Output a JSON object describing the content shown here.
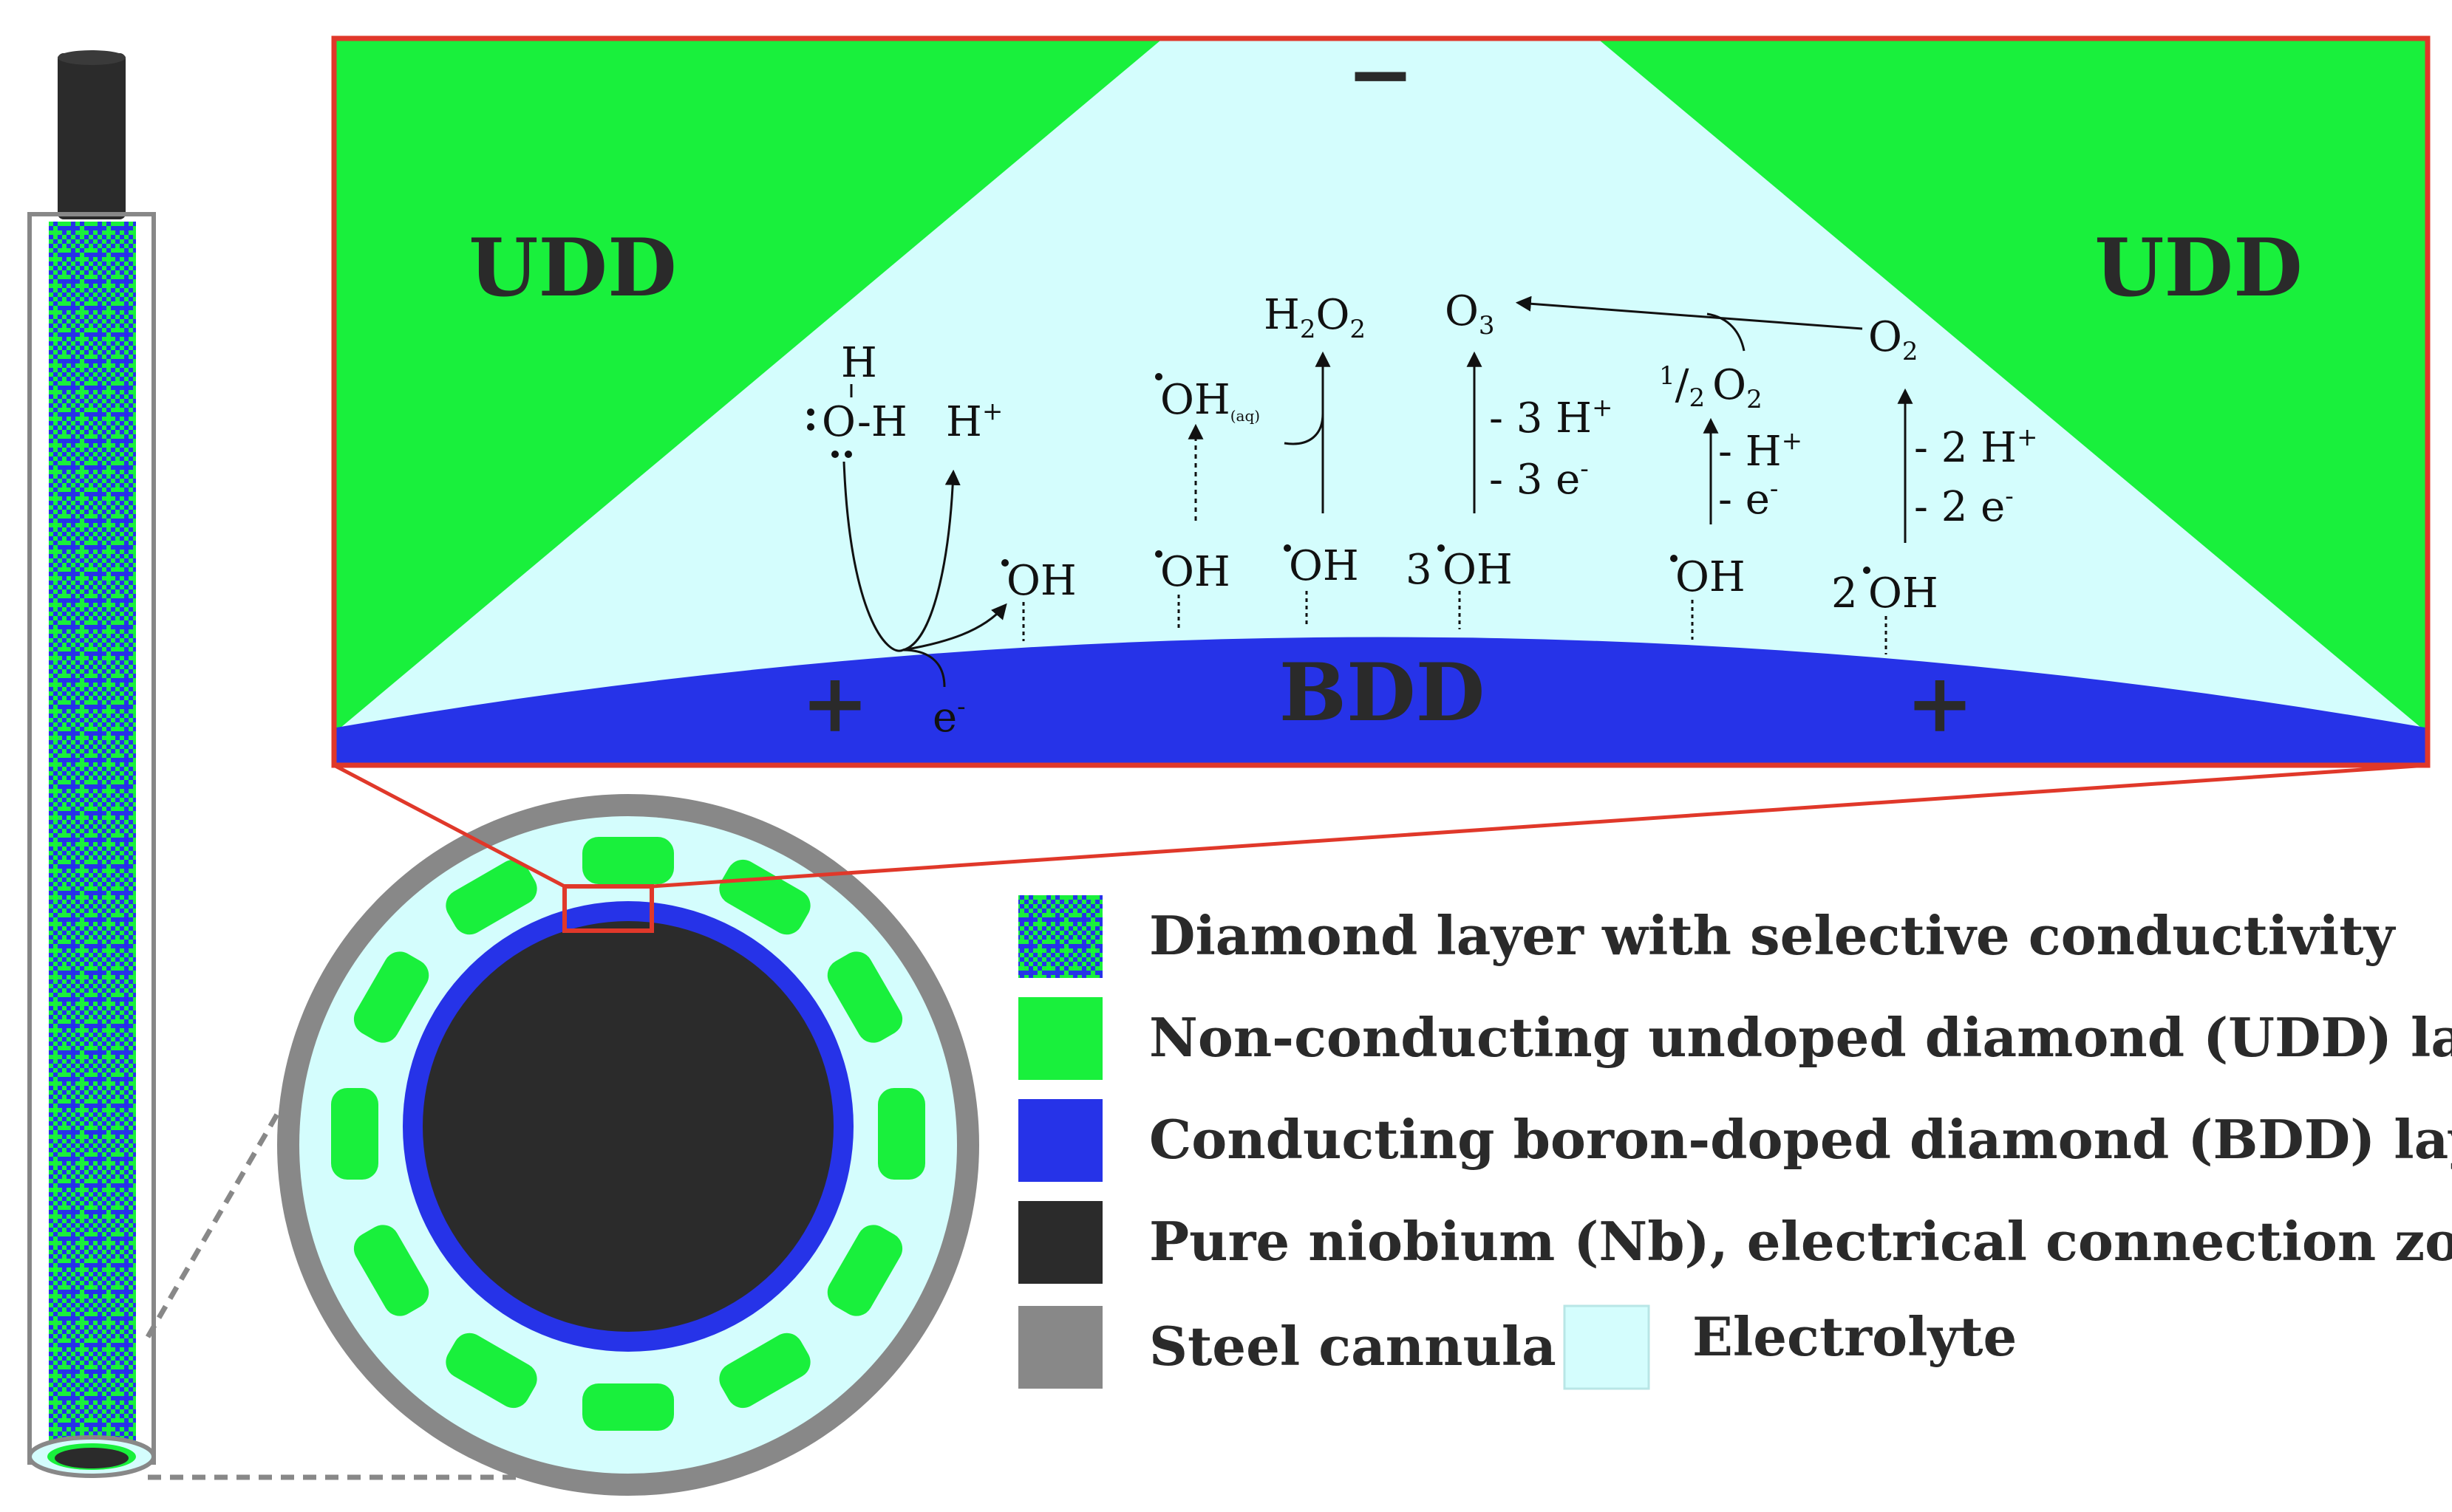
{
  "colors": {
    "udd_green": "#19f03c",
    "bdd_blue": "#2633e8",
    "niobium": "#2b2b2b",
    "steel": "#888888",
    "electrolyte": "#d4fdfd",
    "callout_border": "#e0382a"
  },
  "zoom_panel": {
    "udd_left": "UDD",
    "udd_right": "UDD",
    "bdd": "BDD",
    "minus": "−",
    "plus_left": "+",
    "plus_right": "+"
  },
  "reactions": {
    "water_h": "H",
    "water_oh": "O-H",
    "h_plus": "H",
    "h_plus_sup": "+",
    "electron": "e",
    "electron_sup": "-",
    "oh_radical": "OH",
    "oh_aq": "OH",
    "oh_aq_sub": "(aq)",
    "h2o2_h": "H",
    "h2o2_2a": "2",
    "h2o2_o": "O",
    "h2o2_2b": "2",
    "o3_o": "O",
    "o3_3": "3",
    "half_num": "1",
    "half_den": "2",
    "half_o": "O",
    "half_o2": "2",
    "o2_o": "O",
    "o2_2": "2",
    "step_o3_h": "- 3 H",
    "step_o3_h_sup": "+",
    "step_o3_e": "- 3 e",
    "step_o3_e_sup": "-",
    "step_half_h": "- H",
    "step_half_h_sup": "+",
    "step_half_e": "- e",
    "step_half_e_sup": "-",
    "step_o2_h": "- 2 H",
    "step_o2_h_sup": "+",
    "step_o2_e": "- 2 e",
    "step_o2_e_sup": "-",
    "coef_3": "3",
    "coef_2": "2"
  },
  "legend": [
    {
      "label": "Diamond layer with selective conductivity",
      "swatch": "mixed"
    },
    {
      "label": "Non-conducting undoped diamond (UDD) layer",
      "swatch": "#19f03c"
    },
    {
      "label": "Conducting boron-doped diamond (BDD) layer",
      "swatch": "#2633e8"
    },
    {
      "label": "Pure niobium (Nb), electrical connection zone",
      "swatch": "#2b2b2b"
    },
    {
      "label": "Steel cannula",
      "swatch": "#888888"
    },
    {
      "label": "Electrolyte",
      "swatch": "#d4fdfd"
    }
  ]
}
